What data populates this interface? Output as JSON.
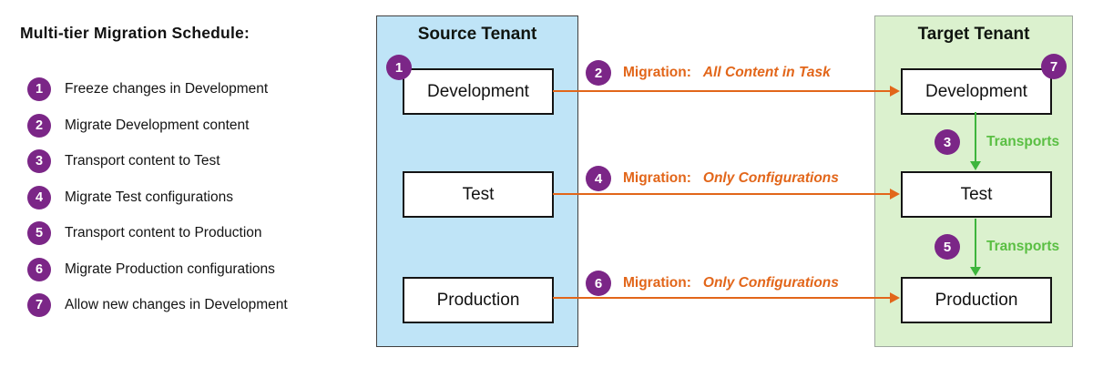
{
  "colors": {
    "badge_purple": "#7B2687",
    "migration_orange": "#E2661A",
    "transport_green": "#3DB53C",
    "transport_label_green": "#5ABF43",
    "source_fill": "#BFE4F7",
    "target_fill": "#DBF1CE"
  },
  "schedule": {
    "title": "Multi-tier Migration Schedule:",
    "steps": [
      {
        "num": "1",
        "label": "Freeze changes in Development"
      },
      {
        "num": "2",
        "label": "Migrate Development content"
      },
      {
        "num": "3",
        "label": "Transport content to Test"
      },
      {
        "num": "4",
        "label": "Migrate Test configurations"
      },
      {
        "num": "5",
        "label": "Transport content to Production"
      },
      {
        "num": "6",
        "label": "Migrate Production configurations"
      },
      {
        "num": "7",
        "label": "Allow new changes in Development"
      }
    ]
  },
  "source_tenant": {
    "title": "Source Tenant",
    "badge": "1",
    "tiers": [
      {
        "label": "Development"
      },
      {
        "label": "Test"
      },
      {
        "label": "Production"
      }
    ]
  },
  "target_tenant": {
    "title": "Target Tenant",
    "badge": "7",
    "tiers": [
      {
        "label": "Development"
      },
      {
        "label": "Test"
      },
      {
        "label": "Production"
      }
    ]
  },
  "migrations": [
    {
      "badge": "2",
      "label": "Migration:",
      "detail": "All Content in Task"
    },
    {
      "badge": "4",
      "label": "Migration:",
      "detail": "Only Configurations"
    },
    {
      "badge": "6",
      "label": "Migration:",
      "detail": "Only Configurations"
    }
  ],
  "transports": [
    {
      "badge": "3",
      "label": "Transports"
    },
    {
      "badge": "5",
      "label": "Transports"
    }
  ]
}
